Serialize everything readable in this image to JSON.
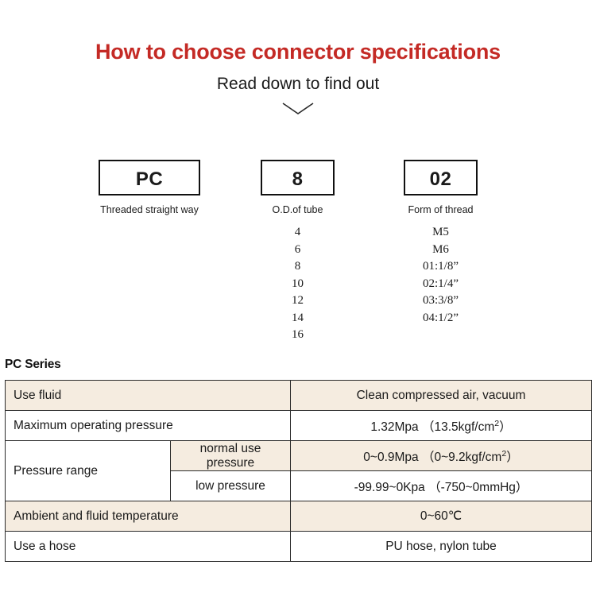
{
  "header": {
    "title": "How to choose connector specifications",
    "subtitle": "Read down to find out",
    "chevron_icon": "chevron-down-icon",
    "title_color": "#c42a25"
  },
  "selector": {
    "columns": [
      {
        "code": "PC",
        "caption": "Threaded straight way",
        "options": []
      },
      {
        "code": "8",
        "caption": "O.D.of tube",
        "options": [
          "4",
          "6",
          "8",
          "10",
          "12",
          "14",
          "16"
        ]
      },
      {
        "code": "02",
        "caption": "Form of thread",
        "options": [
          "M5",
          "M6",
          "01:1/8”",
          "02:1/4”",
          "03:3/8”",
          "04:1/2”"
        ]
      }
    ]
  },
  "spec": {
    "series_label": "PC Series",
    "rows": [
      {
        "label": "Use fluid",
        "value": "Clean compressed air, vacuum"
      },
      {
        "label": "Maximum operating pressure",
        "value_html": "1.32Mpa （13.5kgf/cm<sup>2</sup>）",
        "value": "1.32Mpa （13.5kgf/cm2）"
      },
      {
        "label": "Pressure range",
        "sub_rows": [
          {
            "sub_label": "normal use pressure",
            "value_html": "0~0.9Mpa （0~9.2kgf/cm<sup>2</sup>）",
            "value": "0~0.9Mpa （0~9.2kgf/cm2）"
          },
          {
            "sub_label": "low pressure",
            "value": "-99.99~0Kpa （-750~0mmHg）"
          }
        ]
      },
      {
        "label": "Ambient and fluid temperature",
        "value": "0~60℃"
      },
      {
        "label": "Use a hose",
        "value": "PU hose, nylon tube"
      }
    ],
    "row_bg_cream": "#f5ece0",
    "row_bg_white": "#ffffff"
  }
}
